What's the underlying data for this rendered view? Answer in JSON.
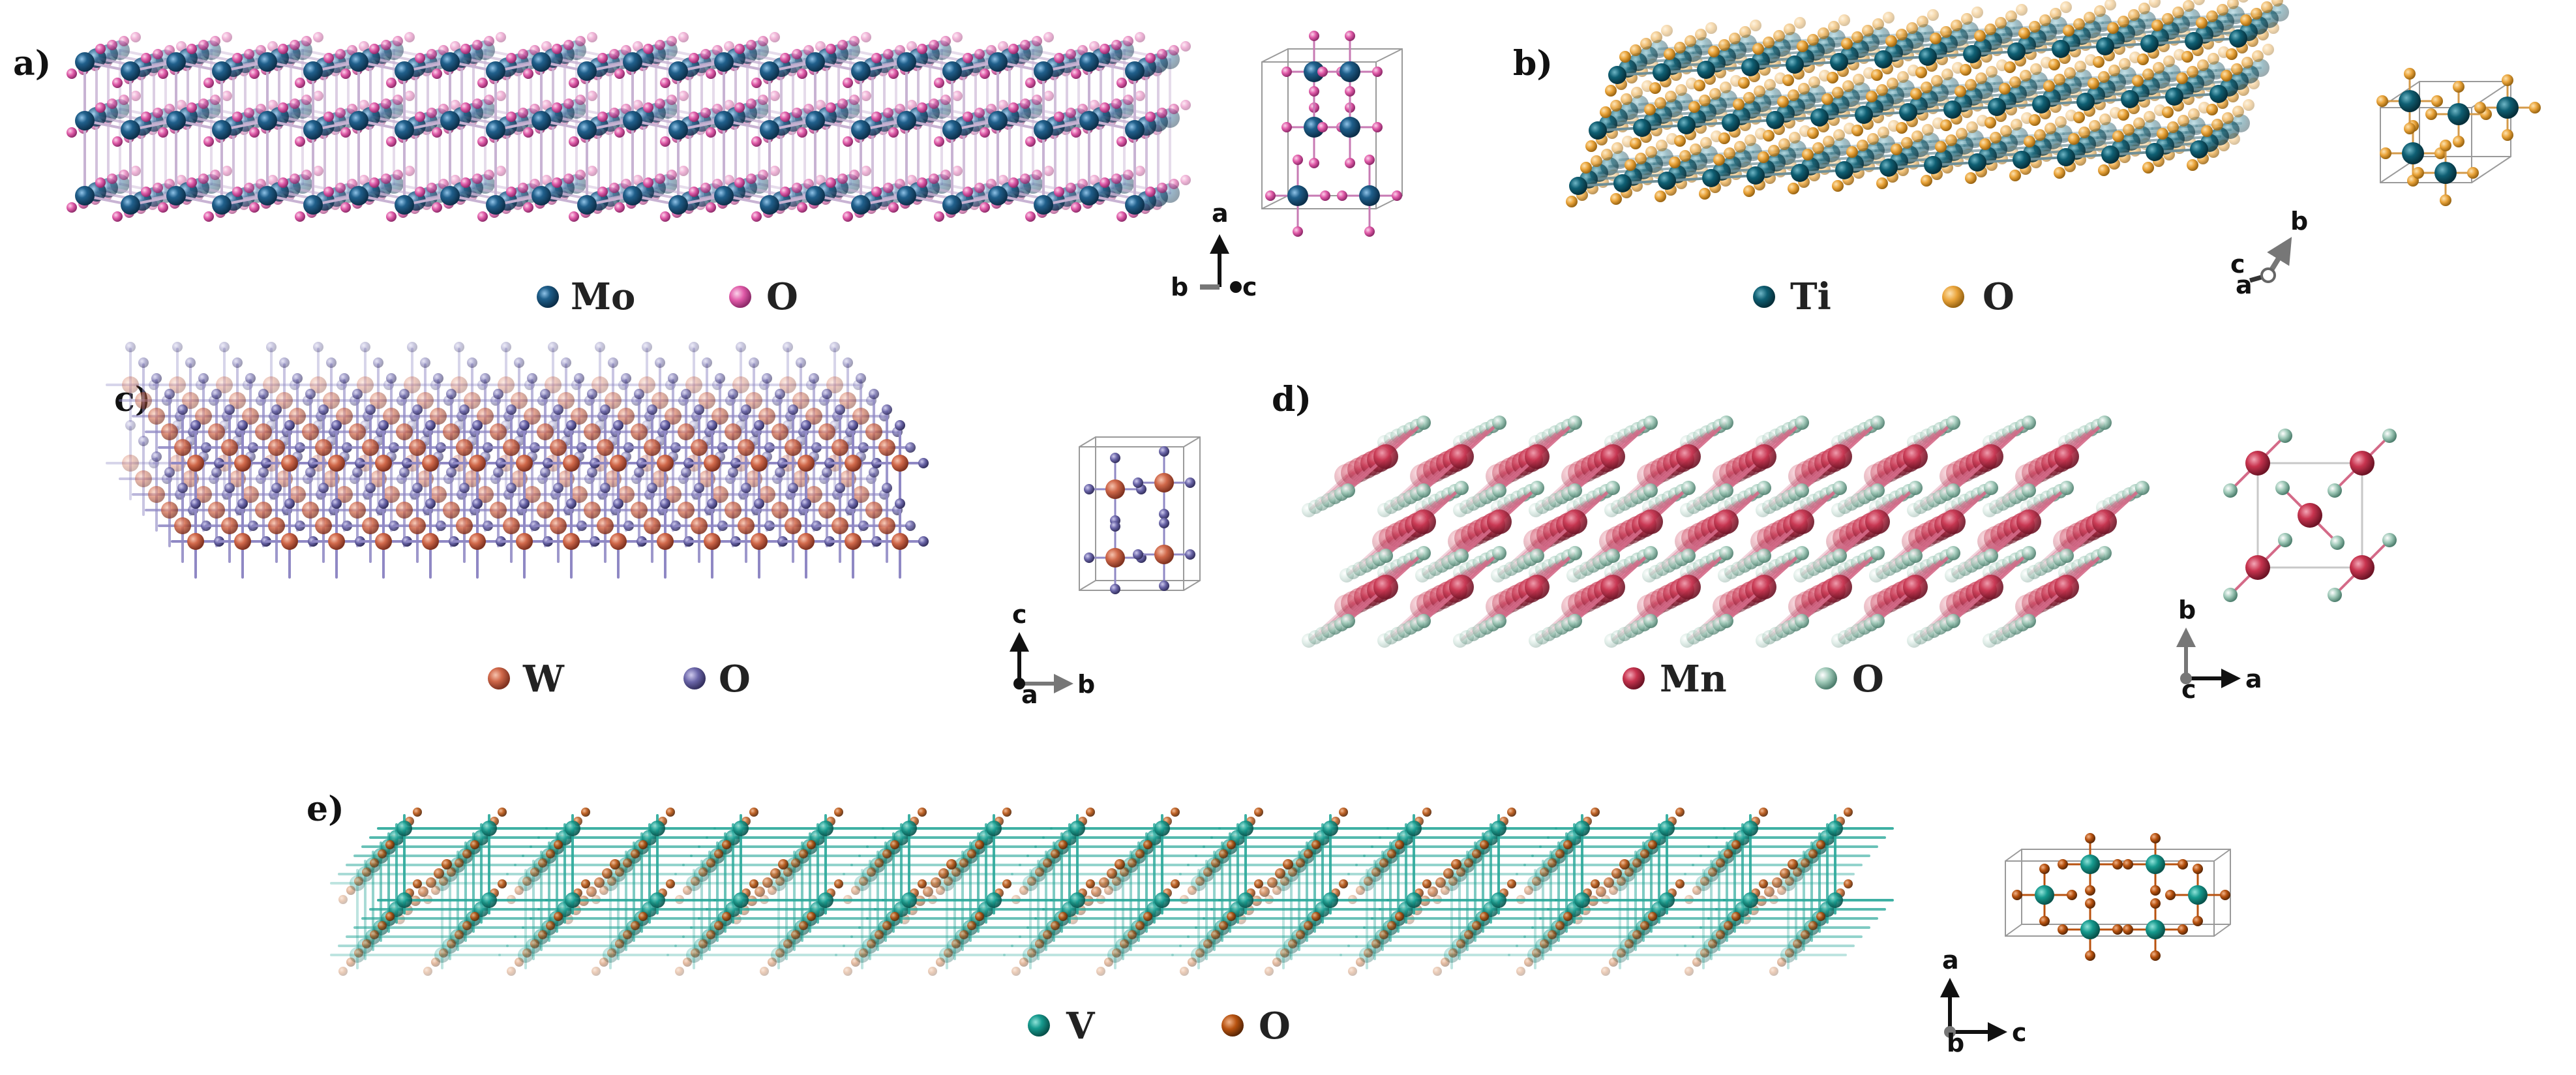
{
  "panels": [
    {
      "key": "a",
      "label": "a)",
      "legend": [
        {
          "symbol": "Mo",
          "color": "#1f5f8b"
        },
        {
          "symbol": "O",
          "color": "#e05aa8"
        }
      ],
      "axes": {
        "up": "a",
        "left": "b",
        "right": "c"
      }
    },
    {
      "key": "b",
      "label": "b)",
      "legend": [
        {
          "symbol": "Ti",
          "color": "#0f5f73"
        },
        {
          "symbol": "O",
          "color": "#eaa43a"
        }
      ],
      "axes": {
        "up": "b",
        "left": "c",
        "right": "a"
      }
    },
    {
      "key": "c",
      "label": "c)",
      "legend": [
        {
          "symbol": "W",
          "color": "#d0684a"
        },
        {
          "symbol": "O",
          "color": "#6a65a8"
        }
      ],
      "axes": {
        "up": "c",
        "right": "b",
        "center": "a"
      }
    },
    {
      "key": "d",
      "label": "d)",
      "legend": [
        {
          "symbol": "Mn",
          "color": "#c8344f"
        },
        {
          "symbol": "O",
          "color": "#9fc9b8"
        }
      ],
      "axes": {
        "up": "b",
        "right": "a",
        "center": "c"
      }
    },
    {
      "key": "e",
      "label": "e)",
      "legend": [
        {
          "symbol": "V",
          "color": "#169a8e"
        },
        {
          "symbol": "O",
          "color": "#b8520f"
        }
      ],
      "axes": {
        "up": "a",
        "right": "c",
        "center": "b"
      }
    }
  ]
}
